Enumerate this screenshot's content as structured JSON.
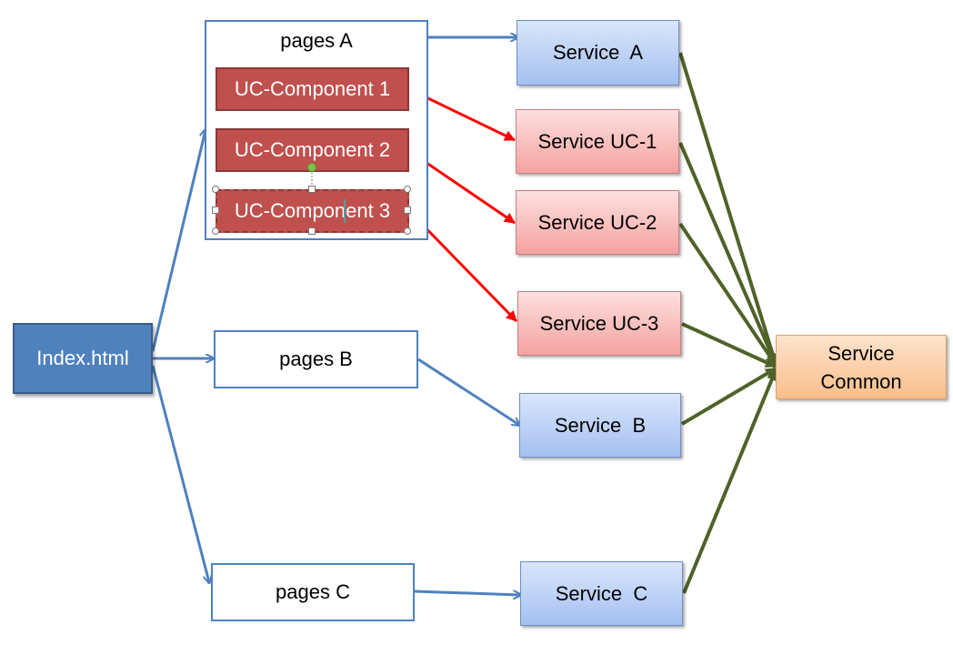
{
  "nodes": {
    "index": "Index.html",
    "pages_a": "pages A",
    "pages_b": "pages B",
    "pages_c": "pages C",
    "uc_component_1": "UC-Component 1",
    "uc_component_2": "UC-Component 2",
    "uc_component_3": "UC-Component 3",
    "service_a": "Service  A",
    "service_uc_1": "Service UC-1",
    "service_uc_2": "Service UC-2",
    "service_uc_3": "Service UC-3",
    "service_b": "Service  B",
    "service_c": "Service  C",
    "service_common_line1": "Service",
    "service_common_line2": "Common"
  },
  "edges": [
    {
      "from": "Index.html",
      "to": "pages A",
      "kind": "page-route"
    },
    {
      "from": "Index.html",
      "to": "pages B",
      "kind": "page-route"
    },
    {
      "from": "Index.html",
      "to": "pages C",
      "kind": "page-route"
    },
    {
      "from": "pages A",
      "to": "Service  A",
      "kind": "page-service"
    },
    {
      "from": "pages B",
      "to": "Service  B",
      "kind": "page-service"
    },
    {
      "from": "pages C",
      "to": "Service  C",
      "kind": "page-service"
    },
    {
      "from": "UC-Component 1",
      "to": "Service UC-1",
      "kind": "component-service"
    },
    {
      "from": "UC-Component 2",
      "to": "Service UC-2",
      "kind": "component-service"
    },
    {
      "from": "UC-Component 3",
      "to": "Service UC-3",
      "kind": "component-service"
    },
    {
      "from": "Service  A",
      "to": "Service Common",
      "kind": "service-common"
    },
    {
      "from": "Service UC-1",
      "to": "Service Common",
      "kind": "service-common"
    },
    {
      "from": "Service UC-2",
      "to": "Service Common",
      "kind": "service-common"
    },
    {
      "from": "Service UC-3",
      "to": "Service Common",
      "kind": "service-common"
    },
    {
      "from": "Service  B",
      "to": "Service Common",
      "kind": "service-common"
    },
    {
      "from": "Service  C",
      "to": "Service Common",
      "kind": "service-common"
    }
  ],
  "colors": {
    "blue_arrow": "#4f81bd",
    "red_arrow": "#ff0000",
    "green_arrow": "#4f6228",
    "index_fill": "#4f81bd",
    "uc_fill": "#c0504d"
  }
}
